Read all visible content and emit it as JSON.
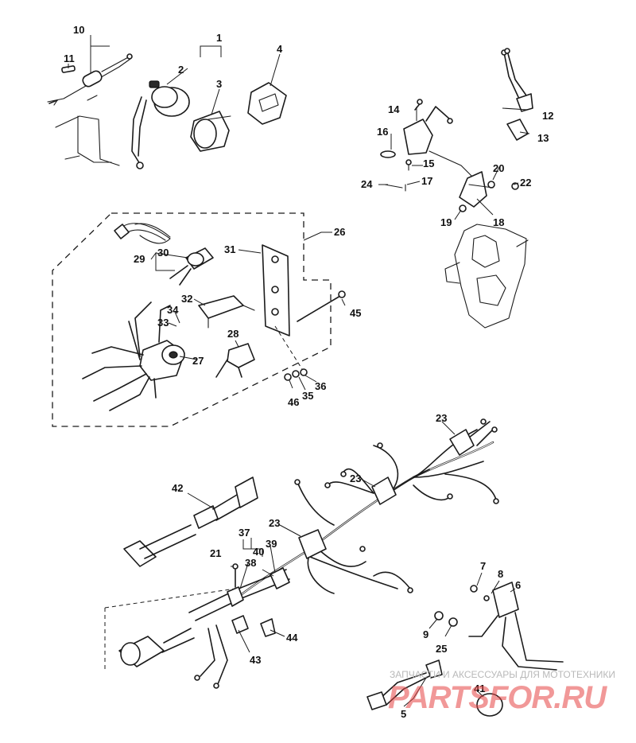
{
  "callouts": {
    "c1": "1",
    "c2": "2",
    "c3": "3",
    "c4": "4",
    "c5": "5",
    "c6": "6",
    "c7": "7",
    "c8": "8",
    "c9": "9",
    "c10": "10",
    "c11": "11",
    "c12": "12",
    "c13": "13",
    "c14": "14",
    "c15": "15",
    "c16": "16",
    "c17": "17",
    "c18": "18",
    "c19": "19",
    "c20": "20",
    "c21": "21",
    "c22": "22",
    "c23a": "23",
    "c23b": "23",
    "c23c": "23",
    "c24": "24",
    "c25": "25",
    "c26": "26",
    "c27": "27",
    "c28": "28",
    "c29": "29",
    "c30": "30",
    "c31": "31",
    "c32": "32",
    "c33": "33",
    "c34": "34",
    "c35": "35",
    "c36": "36",
    "c37": "37",
    "c38": "38",
    "c39": "39",
    "c40": "40",
    "c41": "41",
    "c42": "42",
    "c43": "43",
    "c44": "44",
    "c45": "45",
    "c46": "46"
  },
  "watermark": {
    "caption": "ЗАПЧАСТИ И АКСЕССУАРЫ ДЛЯ МОТОТЕХНИКИ",
    "logo": "PARTSFOR.RU"
  }
}
